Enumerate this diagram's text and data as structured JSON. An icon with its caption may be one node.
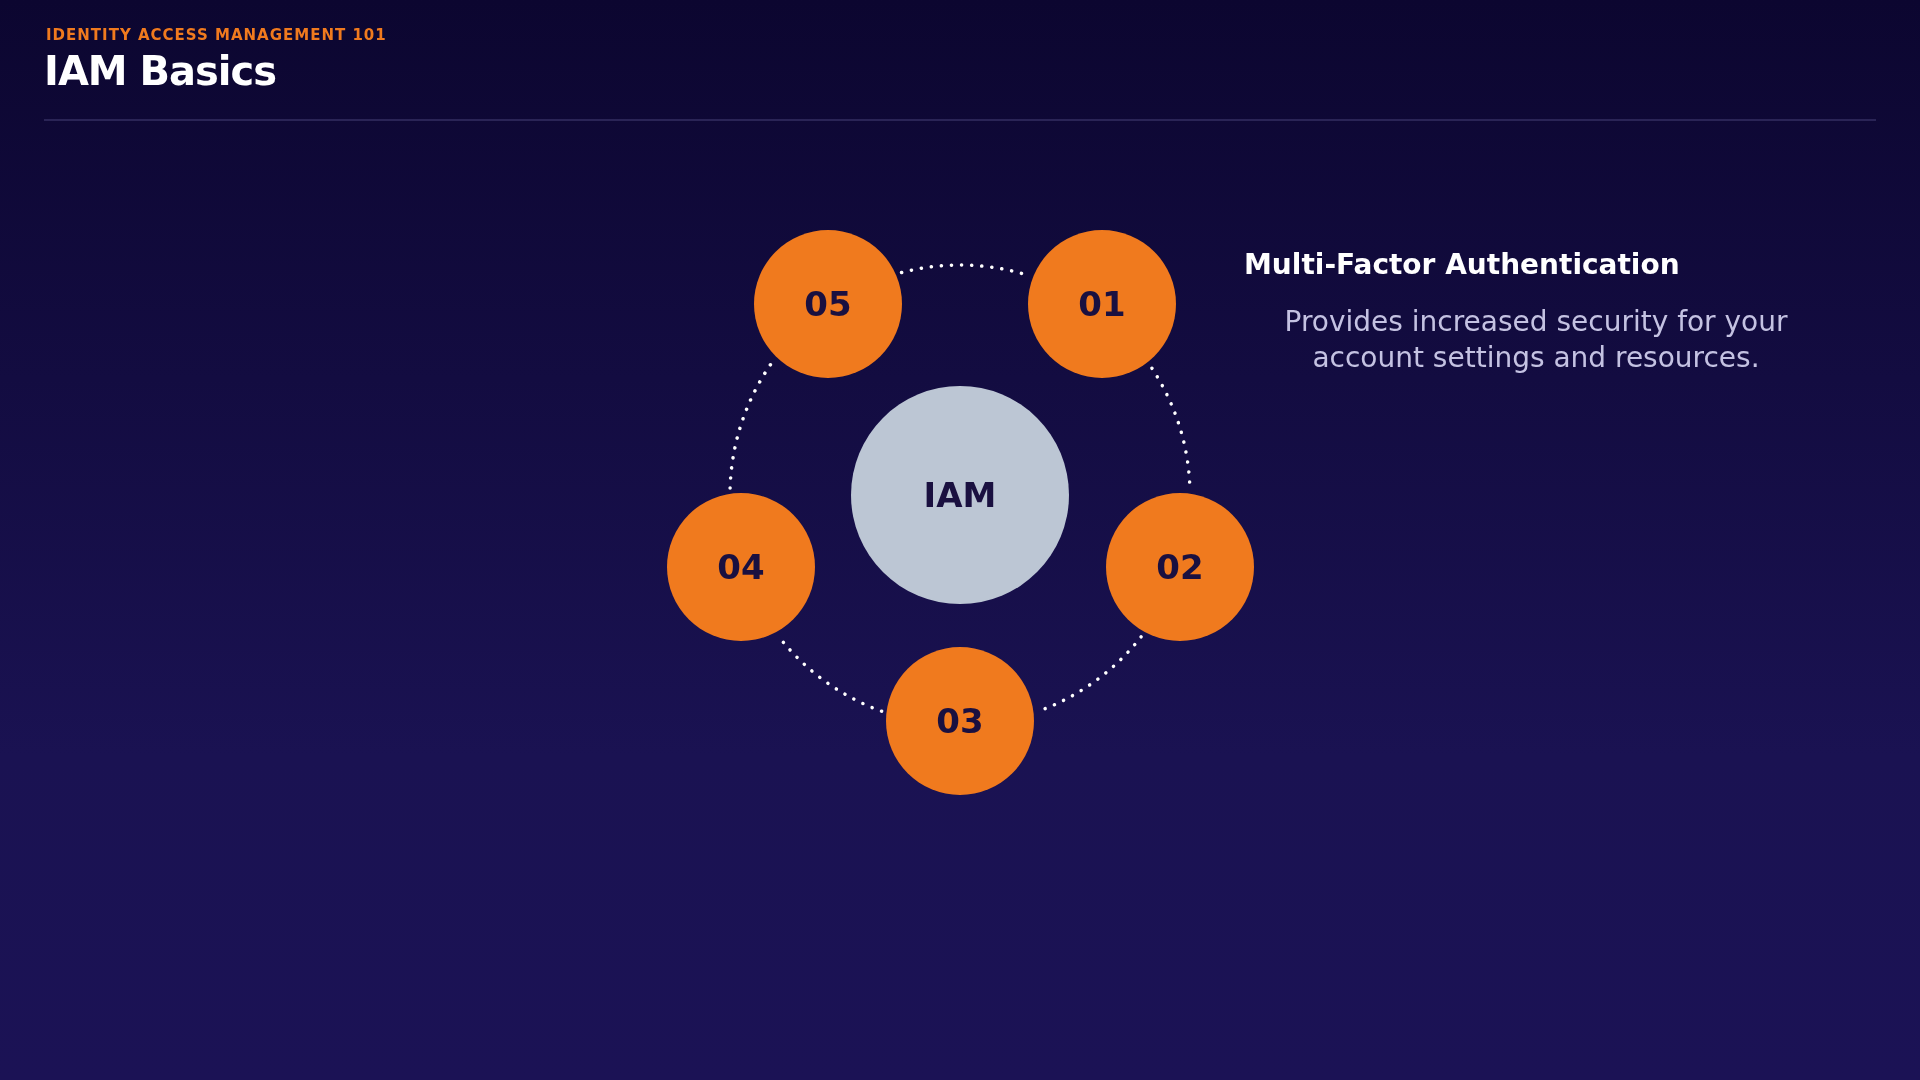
{
  "diagram": {
    "title": "IAM Basics",
    "nodes": [
      {
        "text": [
          "IAM"
        ]
      },
      {
        "text": [
          "01"
        ]
      },
      {
        "text": [
          "02"
        ]
      },
      {
        "text": [
          "03"
        ]
      },
      {
        "text": [
          "04"
        ]
      },
      {
        "text": [
          "05"
        ]
      }
    ],
    "edges": [
      {
        "from": 1,
        "to": 2,
        "arrow": "none",
        "style": "dashed"
      },
      {
        "from": 2,
        "to": 3,
        "arrow": "none",
        "style": "dashed"
      },
      {
        "from": 3,
        "to": 4,
        "arrow": "none",
        "style": "dashed"
      },
      {
        "from": 4,
        "to": 5,
        "arrow": "none",
        "style": "dashed"
      },
      {
        "from": 5,
        "to": 1,
        "arrow": "none",
        "style": "dashed"
      }
    ],
    "labels": [
      "IDENTITY ACCESS MANAGEMENT 101",
      "Multi-Factor Authentication",
      "Provides increased security for your account settings and resources."
    ]
  }
}
